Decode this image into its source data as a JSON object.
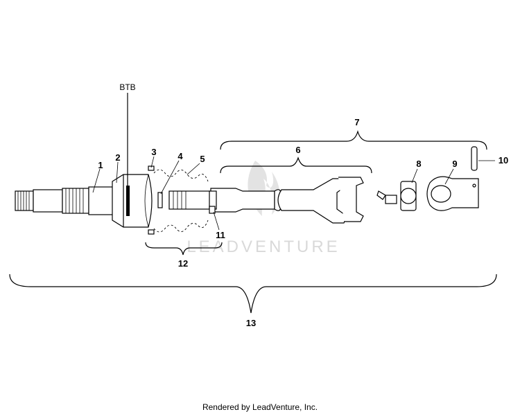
{
  "diagram": {
    "tag": "BTB",
    "watermark": "LEADVENTURE",
    "footer": "Rendered by LeadVenture, Inc.",
    "callouts": [
      "1",
      "2",
      "3",
      "4",
      "5",
      "6",
      "7",
      "8",
      "9",
      "10",
      "11",
      "12",
      "13"
    ]
  },
  "colors": {
    "line": "#000000",
    "watermark": "#d9d9d9",
    "background": "#ffffff"
  }
}
